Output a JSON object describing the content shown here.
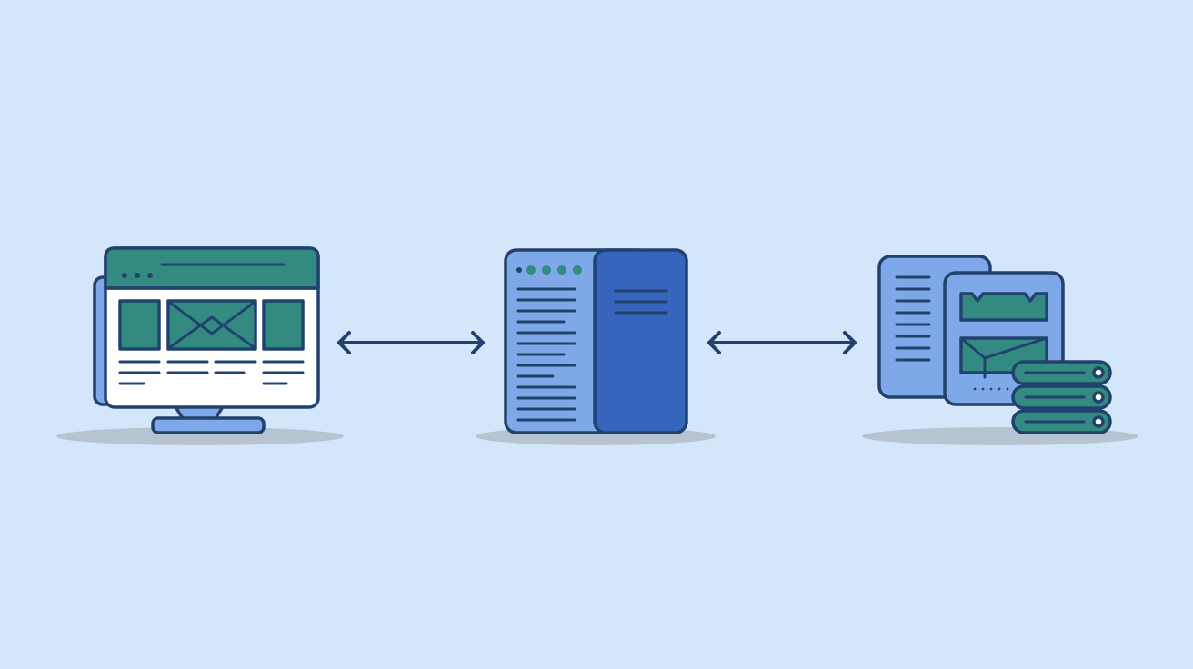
{
  "colors": {
    "background": "#d3e6fa",
    "outline": "#22426e",
    "green": "#338a80",
    "light_blue": "#7ea8e8",
    "dark_blue": "#3565bd",
    "screen_white": "#ffffff",
    "shadow": "#b6c4d2"
  },
  "nodes": [
    {
      "name": "client",
      "icon": "desktop-monitor-icon"
    },
    {
      "name": "middle",
      "icon": "split-panel-document-icon"
    },
    {
      "name": "backend",
      "icon": "documents-and-server-stack-icon"
    }
  ],
  "connections": [
    {
      "from": "client",
      "to": "middle",
      "direction": "bidirectional"
    },
    {
      "from": "middle",
      "to": "backend",
      "direction": "bidirectional"
    }
  ]
}
